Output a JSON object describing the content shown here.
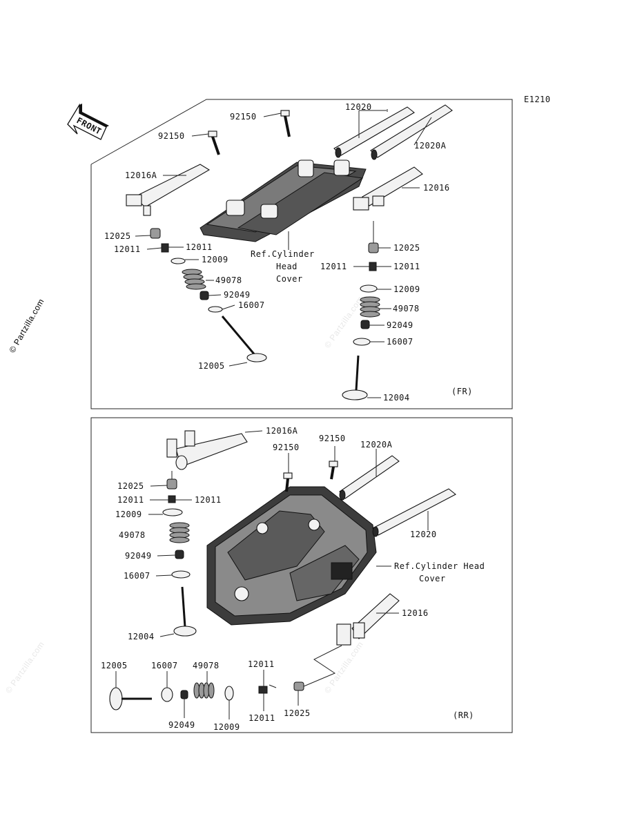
{
  "diagram_code": "E1210",
  "watermark": {
    "main": "© Partzilla.com",
    "faint": "© Partzilla.com"
  },
  "front_arrow": {
    "label": "FRONT"
  },
  "top_section": {
    "tag": "(FR)",
    "labels": {
      "bolt_a": "92150",
      "bolt_b": "92150",
      "shaft_a": "12020",
      "shaft_b": "12020A",
      "rocker_a": "12016A",
      "rocker_b": "12016",
      "adjuster_a": "12025",
      "adjuster_b": "12025",
      "cotter_a_left": "12011",
      "cotter_a_right": "12011",
      "cotter_b_left": "12011",
      "cotter_b_right": "12011",
      "retainer_a": "12009",
      "retainer_b": "12009",
      "spring_a": "49078",
      "spring_b": "49078",
      "seal_a": "92049",
      "seal_b": "92049",
      "seat_a": "16007",
      "seat_b": "16007",
      "valve_exhaust": "12005",
      "valve_intake": "12004",
      "ref_line1": "Ref.Cylinder",
      "ref_line2": "Head",
      "ref_line3": "Cover"
    }
  },
  "bottom_section": {
    "tag": "(RR)",
    "labels": {
      "rocker_a": "12016A",
      "bolt_a": "92150",
      "bolt_b": "92150",
      "shaft_a": "12020A",
      "shaft_b": "12020",
      "adjuster_a": "12025",
      "cotter_a_left": "12011",
      "cotter_a_right": "12011",
      "retainer_a": "12009",
      "spring_a": "49078",
      "seal_a": "92049",
      "seat_a": "16007",
      "valve_intake": "12004",
      "ref_line1": "Ref.Cylinder Head",
      "ref_line2": "Cover",
      "rocker_b": "12016",
      "valve_exhaust": "12005",
      "seat_b": "16007",
      "spring_b": "49078",
      "cotter_b_top": "12011",
      "seal_b": "92049",
      "retainer_b": "12009",
      "cotter_b_bottom": "12011",
      "adjuster_b": "12025"
    }
  }
}
